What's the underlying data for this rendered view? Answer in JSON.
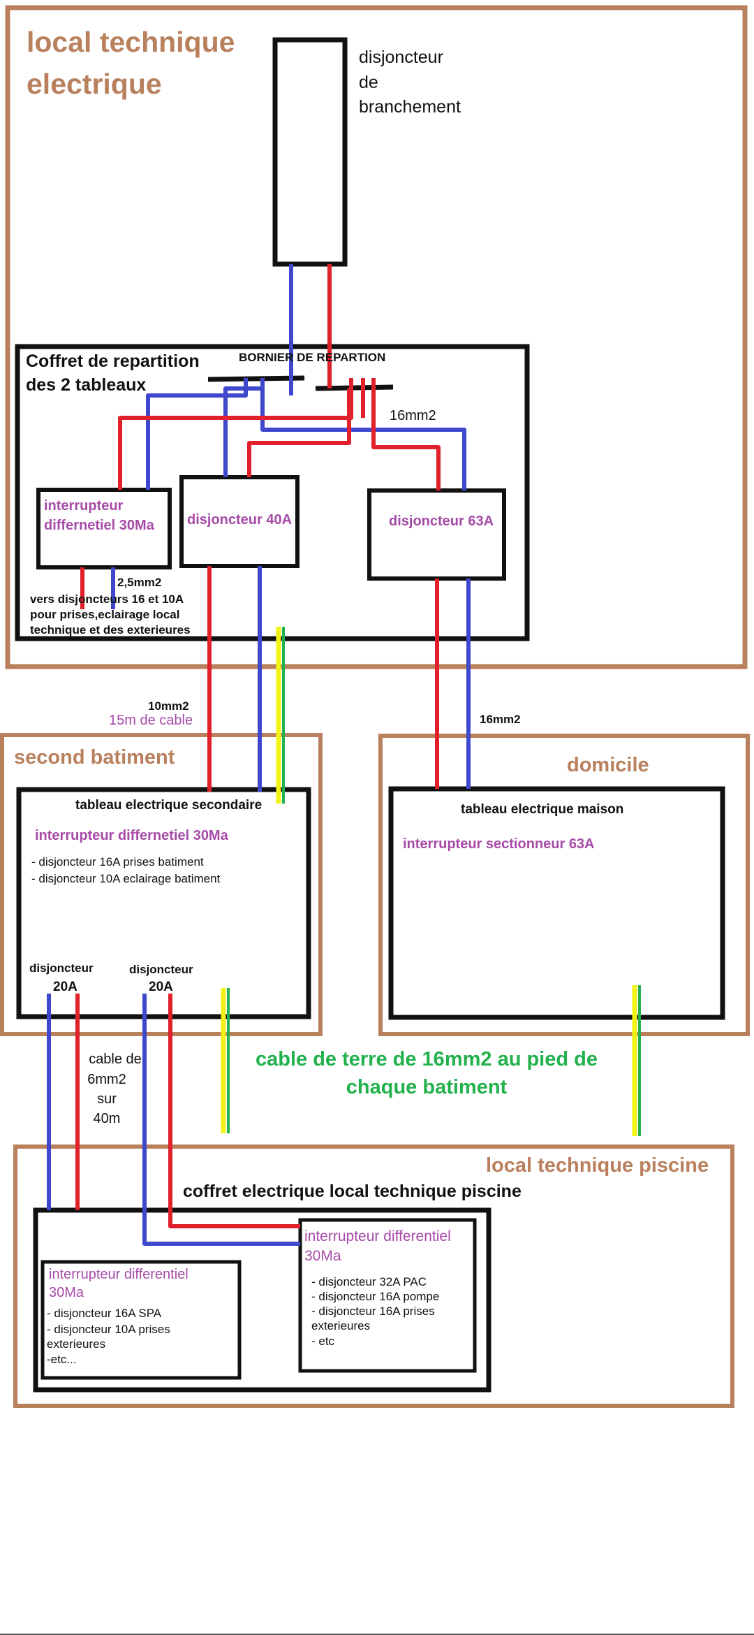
{
  "colors": {
    "brown": "#b9805d",
    "purple": "#a64aa8",
    "green": "#22b14c",
    "wire_phase": "#e0202b",
    "wire_neutral": "#3f48cc",
    "wire_earth_yellow": "#f2f216",
    "wire_earth_green": "#22b14c",
    "frame": "#111111"
  },
  "local_technique": {
    "title_line1": "local technique",
    "title_line2": "electrique",
    "disjoncteur_branchement": [
      "disjoncteur",
      "de",
      "branchement"
    ],
    "coffret_line1": "Coffret de repartition",
    "coffret_line2": "des 2 tableaux",
    "bornier": "BORNIER DE REPARTION",
    "label_16mm2_top": "16mm2",
    "interrupteur_line1": "interrupteur",
    "interrupteur_line2": "differnetiel  30Ma",
    "disjoncteur_40a": "disjoncteur 40A",
    "disjoncteur_63a": "disjoncteur 63A",
    "label_25mm2": "2,5mm2",
    "vers_line1": "vers disjoncteurs 16 et 10A",
    "vers_line2": "pour prises,eclairage local",
    "vers_line3": "technique et des exterieures"
  },
  "cables": {
    "label_10mm2": "10mm2",
    "label_15m": "15m de cable",
    "label_16mm2_right": "16mm2",
    "cable_6mm2": [
      "cable de",
      "6mm2",
      "sur",
      "40m"
    ],
    "terre_line1": "cable de terre de 16mm2 au pied de",
    "terre_line2": "chaque batiment"
  },
  "second_batiment": {
    "title": "second batiment",
    "tableau": "tableau electrique secondaire",
    "interrupteur": "interrupteur differnetiel 30Ma",
    "items": [
      "- disjoncteur 16A prises batiment",
      "- disjoncteur 10A eclairage batiment"
    ],
    "disj1_line1": "disjoncteur",
    "disj1_line2": "20A",
    "disj2_line1": "disjoncteur",
    "disj2_line2": "20A"
  },
  "domicile": {
    "title": "domicile",
    "tableau": "tableau electrique maison",
    "interrupteur": "interrupteur sectionneur 63A"
  },
  "piscine": {
    "title": "local technique piscine",
    "coffret": "coffret electrique local technique piscine",
    "left_line1": "interrupteur differentiel",
    "left_line2": "30Ma",
    "left_items": [
      "- disjoncteur 16A SPA",
      "- disjoncteur 10A prises",
      "exterieures",
      "-etc..."
    ],
    "right_line1": "interrupteur differentiel",
    "right_line2": "30Ma",
    "right_items": [
      "- disjoncteur 32A PAC",
      "- disjoncteur 16A pompe",
      "- disjoncteur 16A prises",
      "exterieures",
      "- etc"
    ]
  }
}
